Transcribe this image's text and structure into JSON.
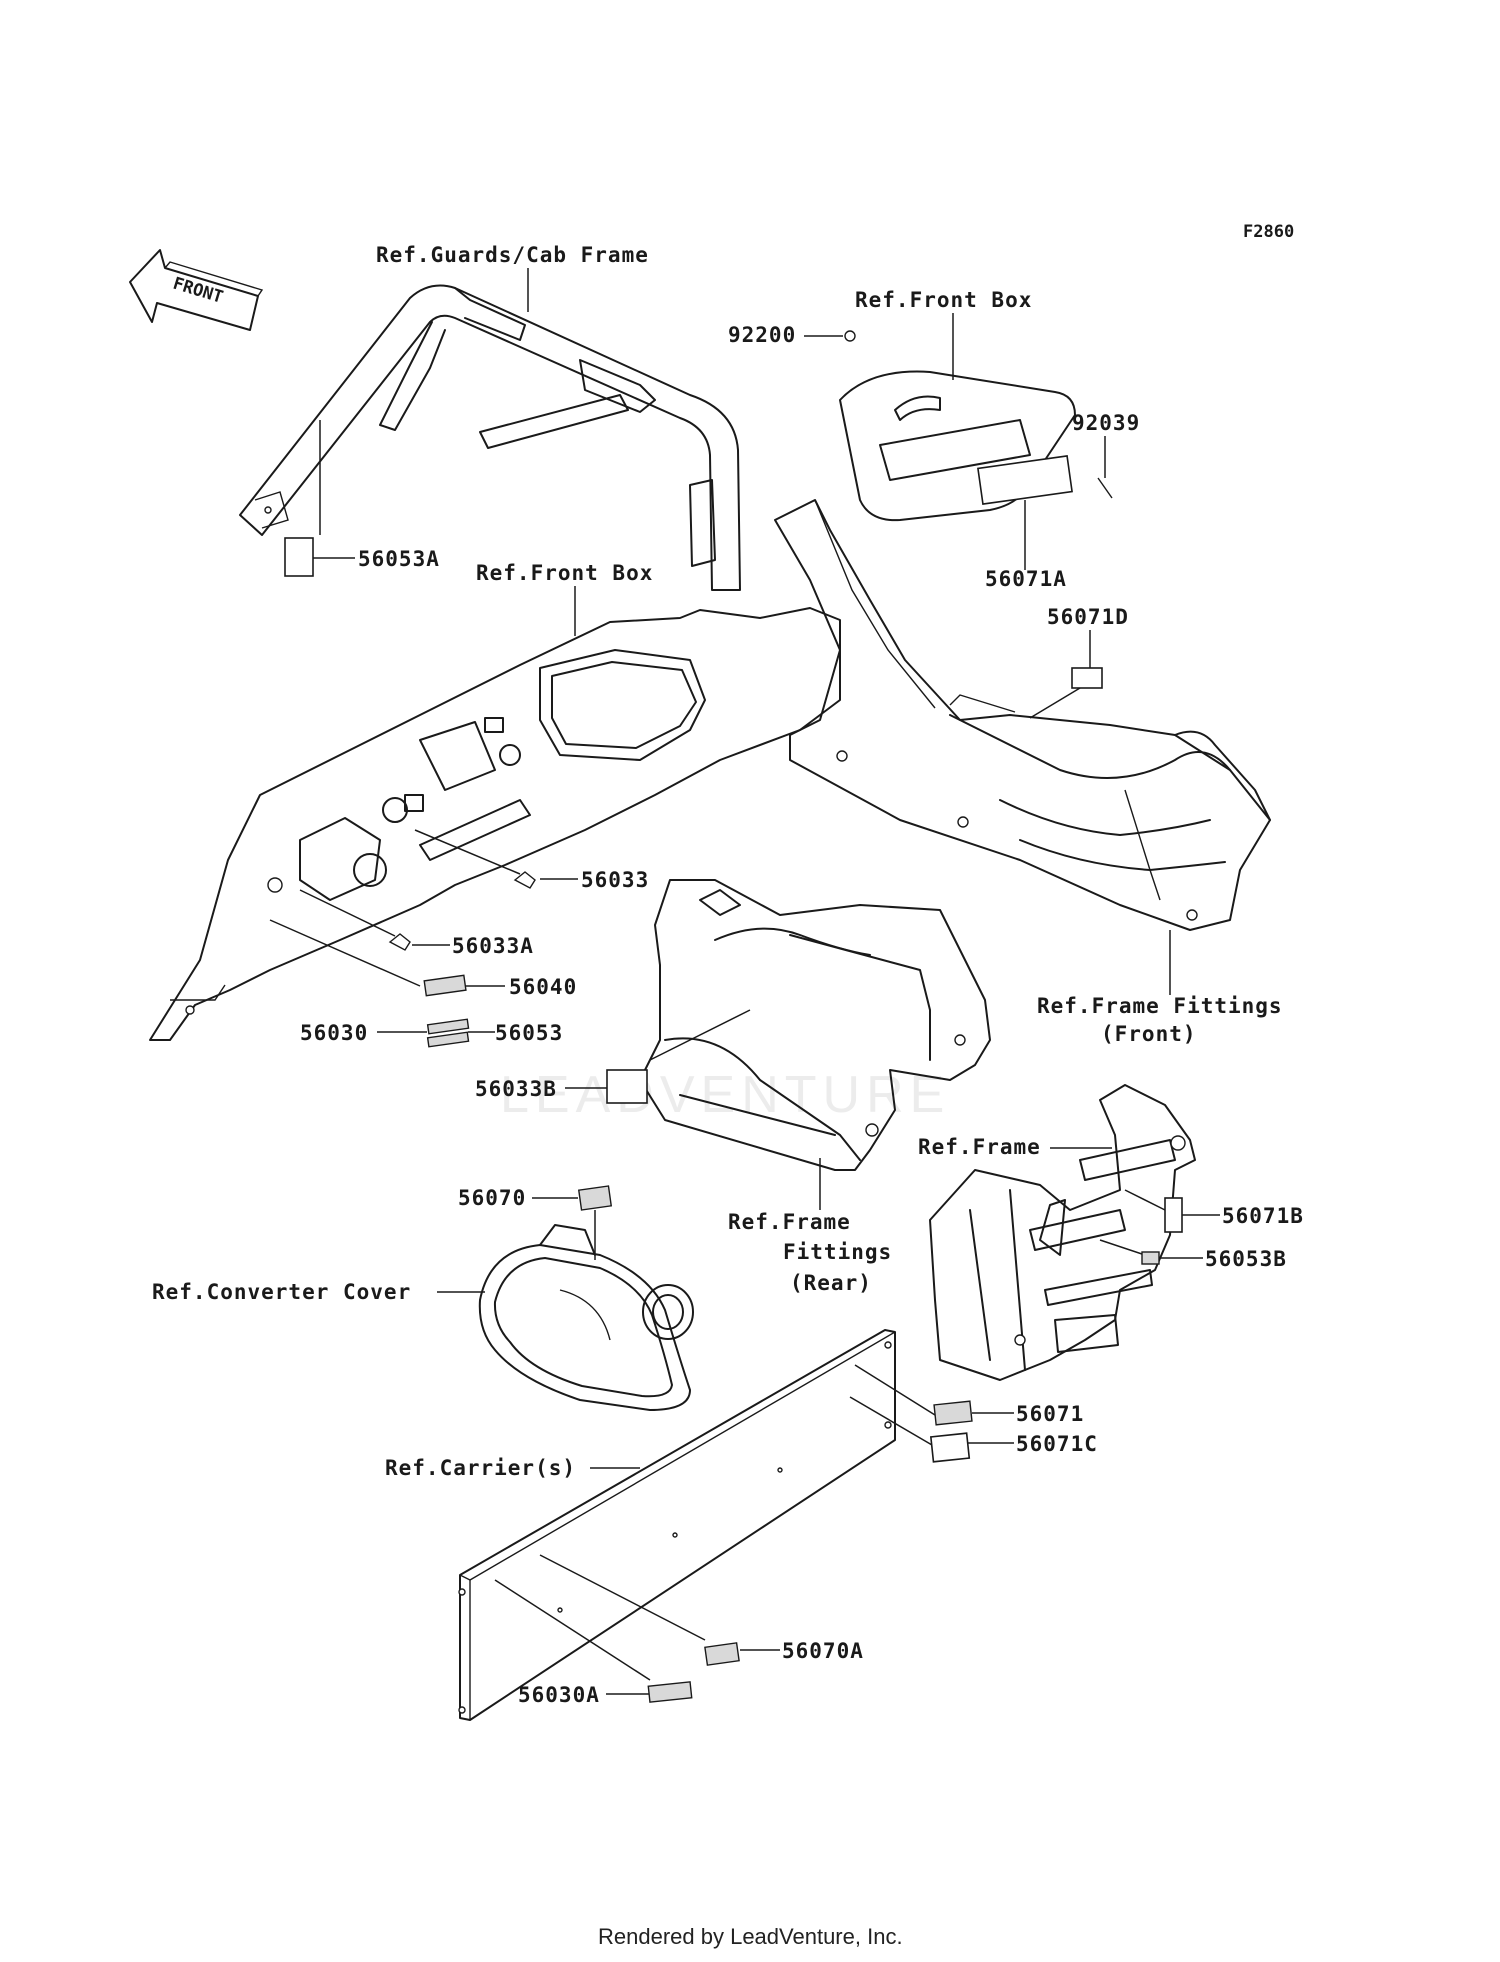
{
  "figure_code": "F2860",
  "front_arrow_label": "FRONT",
  "watermark": "LEADVENTURE",
  "footer_text": "Rendered by LeadVenture, Inc.",
  "reference_labels": {
    "guards_cab_frame": "Ref.Guards/Cab Frame",
    "front_box_top": "Ref.Front Box",
    "front_box_dash": "Ref.Front Box",
    "frame_fittings_front_1": "Ref.Frame Fittings",
    "frame_fittings_front_2": "(Front)",
    "frame": "Ref.Frame",
    "frame_fittings_rear_1": "Ref.Frame",
    "frame_fittings_rear_2": "Fittings",
    "frame_fittings_rear_3": "(Rear)",
    "converter_cover": "Ref.Converter Cover",
    "carriers": "Ref.Carrier(s)"
  },
  "part_numbers": {
    "p92200": "92200",
    "p92039": "92039",
    "p56053A": "56053A",
    "p56071A": "56071A",
    "p56071D": "56071D",
    "p56033": "56033",
    "p56033A": "56033A",
    "p56040": "56040",
    "p56030": "56030",
    "p56053": "56053",
    "p56033B": "56033B",
    "p56070": "56070",
    "p56071B": "56071B",
    "p56053B": "56053B",
    "p56071": "56071",
    "p56071C": "56071C",
    "p56070A": "56070A",
    "p56030A": "56030A"
  }
}
